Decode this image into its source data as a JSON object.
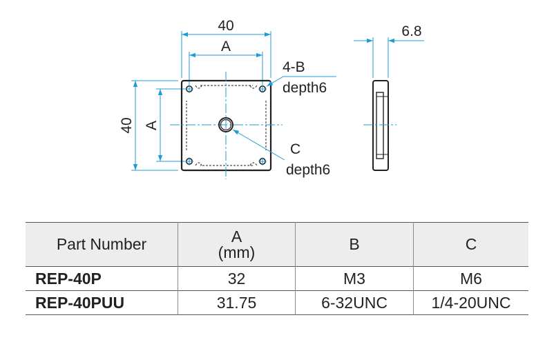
{
  "drawing": {
    "dim_top_overall": "40",
    "dim_top_a": "A",
    "dim_left_overall": "40",
    "dim_left_a": "A",
    "label_holes_b": "4-B",
    "label_holes_b_depth": "depth6",
    "label_hole_c": "C",
    "label_hole_c_depth": "depth6",
    "dim_thickness": "6.8",
    "line_color": "#1f9bd7"
  },
  "table": {
    "headers": {
      "part_number": "Part Number",
      "a_name": "A",
      "a_unit": "(mm)",
      "b": "B",
      "c": "C"
    },
    "rows": [
      {
        "part_number": "REP-40P",
        "a": "32",
        "b": "M3",
        "c": "M6"
      },
      {
        "part_number": "REP-40PUU",
        "a": "31.75",
        "b": "6-32UNC",
        "c": "1/4-20UNC"
      }
    ]
  }
}
